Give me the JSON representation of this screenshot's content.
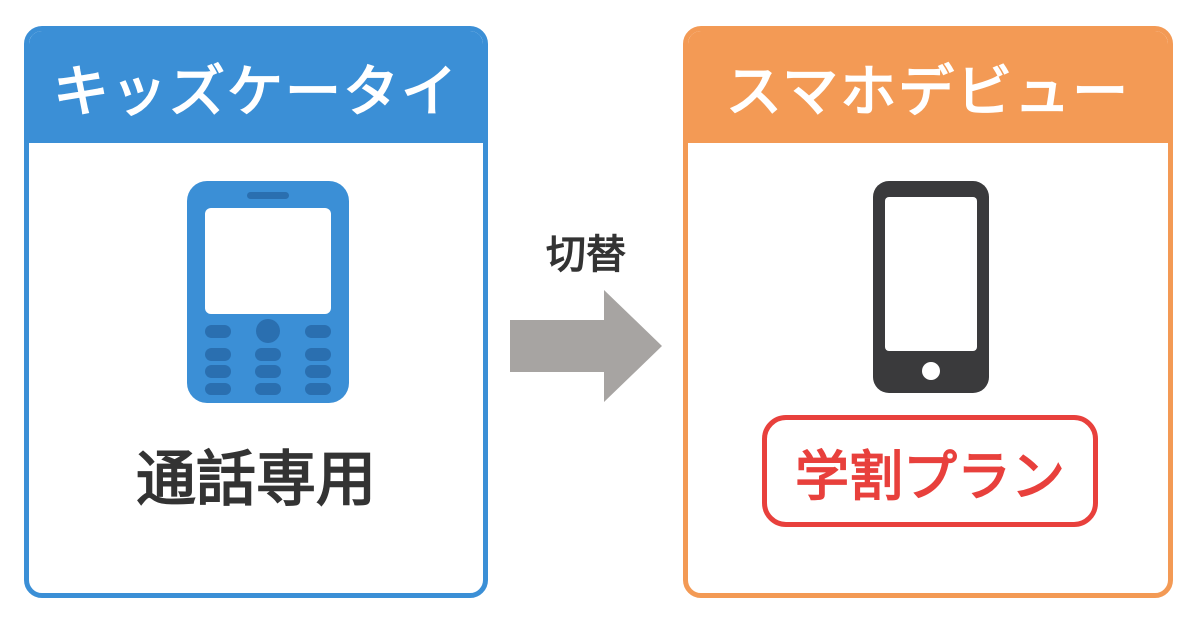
{
  "left_panel": {
    "title": "キッズケータイ",
    "caption": "通話専用",
    "icon": "feature-phone-icon",
    "color": "#3b8fd6"
  },
  "transition": {
    "label": "切替",
    "icon": "arrow-right-icon",
    "color": "#a7a4a2"
  },
  "right_panel": {
    "title": "スマホデビュー",
    "badge": "学割プラン",
    "icon": "smartphone-icon",
    "color": "#f39a55",
    "badge_color": "#e8403c"
  }
}
